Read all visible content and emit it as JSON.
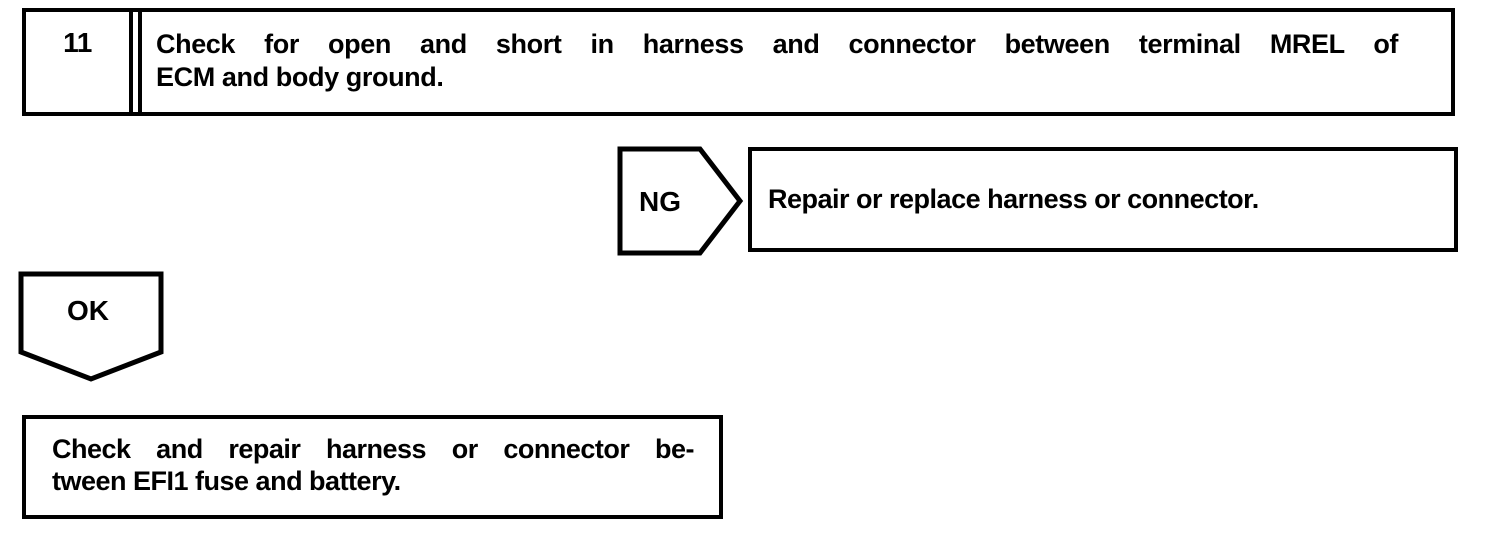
{
  "colors": {
    "ink": "#000000",
    "paper": "#ffffff"
  },
  "step_box": {
    "number": "11",
    "line1": "Check for open and short in harness and connector between terminal MREL of",
    "line2": "ECM and body ground."
  },
  "ng_branch": {
    "label": "NG",
    "action": "Repair or replace harness or connector."
  },
  "ok_branch": {
    "label": "OK"
  },
  "result_box": {
    "line1": "Check and repair harness or connector be-",
    "line2": "tween EFI1 fuse and battery."
  }
}
